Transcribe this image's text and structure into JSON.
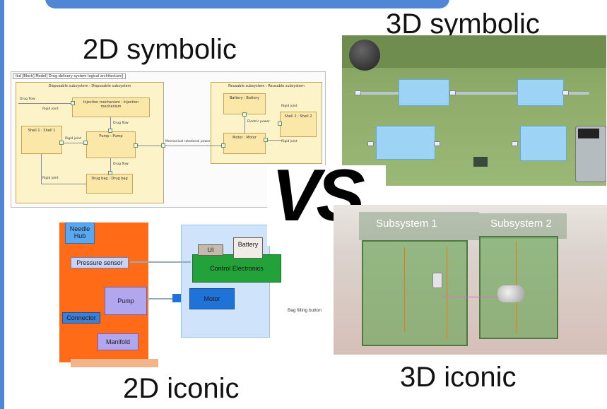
{
  "labels": {
    "two_d_symbolic": "2D symbolic",
    "three_d_symbolic": "3D symbolic",
    "two_d_iconic": "2D iconic",
    "three_d_iconic": "3D iconic",
    "versus": "VS."
  },
  "sysml": {
    "tab": "ibd [Block] Model] Drug delivery system logical architecture]",
    "disposable_title": "Disposable subsystem : Disposable subsystem",
    "reusable_title": "Reusable subsystem : Reusable subsystem",
    "parts": {
      "injection": "Injection mechanism : Injection mechanism",
      "shell1": "Shell 1 : Shell 1",
      "pump": "Pump : Pump",
      "drugbag": "Drug bag : Drug bag",
      "battery": "Battery : Battery",
      "shell2": "Shell 2 : Shell 2",
      "motor": "Motor : Motor"
    },
    "flows": {
      "drug_flow_1": "Drug flow",
      "rigid_joint_1": "Rigid joint",
      "drug_flow_2": "Drug flow",
      "rigid_joint_2": "Rigid joint",
      "drug_flow_3": "Drug flow",
      "rigid_joint_3": "Rigid joint",
      "mech": "Mechanical rotational power",
      "elec": "Electric power",
      "rigid_joint_4": "Rigid joint",
      "rigid_joint_5": "Rigid joint"
    }
  },
  "iconic2d": {
    "needle_hub": "Needle Hub",
    "pressure_sensor": "Pressure sensor",
    "pump": "Pump",
    "connector": "Connector",
    "manifold": "Manifold",
    "ui": "UI",
    "battery": "Battery",
    "control_electronics": "Control Electronics",
    "motor": "Motor",
    "bag_filling_button": "Bag filling button"
  },
  "iconic3d": {
    "subsystem1": "Subsystem 1",
    "subsystem2": "Subsystem 2"
  },
  "colors": {
    "accent_blue": "#4f86d6",
    "orange": "#ff6b17",
    "purple": "#b2a7ef",
    "electronics_green": "#24a23a",
    "motor_blue": "#1f72d6",
    "glass_green": "#58a046"
  }
}
